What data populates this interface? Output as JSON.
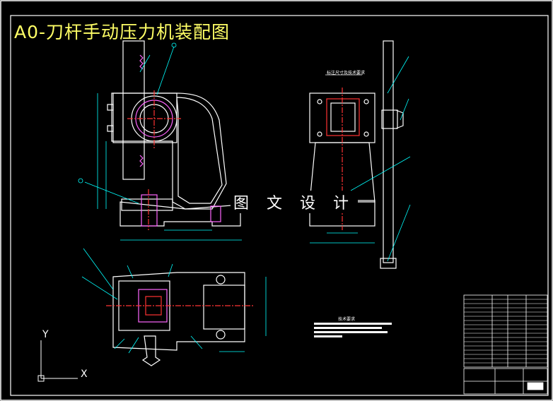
{
  "drawing": {
    "title": "A0-刀杆手动压力机装配图",
    "watermark": "图 文 设 计",
    "tech_requirements_heading": "技术要求",
    "side_view_heading": "标注尺寸及技术要求"
  },
  "colors": {
    "background": "#000000",
    "frame": "#ffffff",
    "title_text": "#ffff66",
    "outline": "#ffffff",
    "dimension": "#00ffff",
    "centerline": "#ff3333",
    "hatching": "#ff66ff",
    "leader_text": "#00ffff"
  },
  "icons": {
    "ucs": "ucs-axis-icon"
  },
  "ucs": {
    "x_label": "X",
    "y_label": "Y"
  }
}
